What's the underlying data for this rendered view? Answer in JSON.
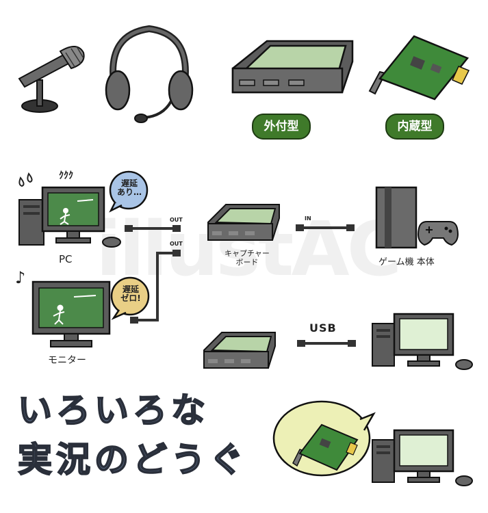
{
  "title": {
    "line1": "いろいろな",
    "line2": "実況のどうぐ"
  },
  "tags": {
    "external": "外付型",
    "internal": "内蔵型"
  },
  "bubbles": {
    "delay": "遅延\nあり…",
    "zero_delay": "遅延\nゼロ!"
  },
  "labels": {
    "pc": "PC",
    "monitor": "モニター",
    "capture_board": "キャプチャー\nボード",
    "console": "ゲーム機 本体",
    "out_top": "OUT",
    "out_bottom": "OUT",
    "in": "IN",
    "usb": "USB"
  },
  "sfx": {
    "stress": "ｸｸｸ"
  },
  "watermark": "illustAC",
  "colors": {
    "screen_green": "#4c8a4a",
    "device_grey": "#5c5c5c",
    "tag_green": "#3f7a2a",
    "bubble_yellow": "#f2e8a8",
    "title_blue": "#5a6b86"
  }
}
